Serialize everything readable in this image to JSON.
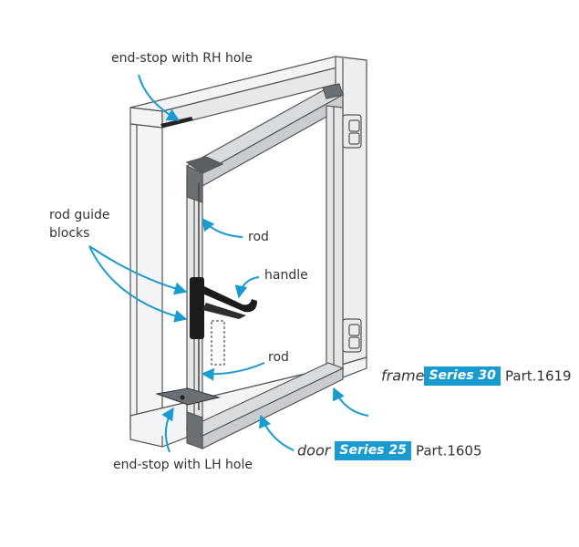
{
  "labels": {
    "end_stop_rh": "end-stop with RH hole",
    "rod_guide_blocks_1": "rod guide",
    "rod_guide_blocks_2": "blocks",
    "rod_upper": "rod",
    "handle": "handle",
    "rod_lower": "rod",
    "end_stop_lh": "end-stop with LH hole"
  },
  "frame_callout": {
    "word": "frame",
    "series": "Series 30",
    "part": "Part.1619"
  },
  "door_callout": {
    "word": "door",
    "series": "Series 25",
    "part": "Part.1605"
  },
  "colors": {
    "accent": "#1a9bd0",
    "frame_fill": "#f3f4f5",
    "profile_fill": "#d9dcdf",
    "outline": "#555555",
    "hardware": "#222222"
  }
}
